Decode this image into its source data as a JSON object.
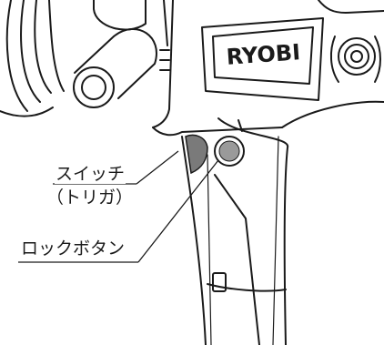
{
  "logo": {
    "brand": "RYOBI"
  },
  "labels": {
    "switch_line1": "スイッチ",
    "switch_line2": "（トリガ）",
    "lock_button": "ロックボタン"
  },
  "colors": {
    "line": "#1a1a1a",
    "trigger_gray": "#7a7a7a",
    "button_gray": "#9a9a9a",
    "background": "#ffffff"
  }
}
